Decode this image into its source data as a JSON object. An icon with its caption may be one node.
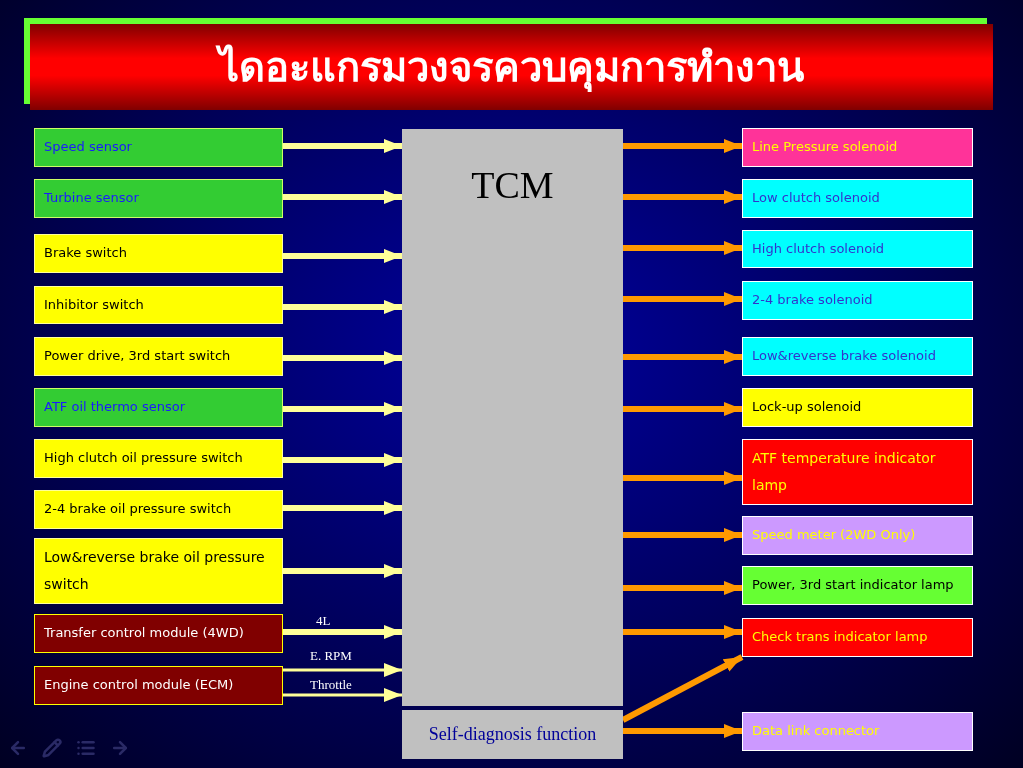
{
  "diagram": {
    "title": "ไดอะแกรมวงจรควบคุมการทำงาน",
    "nodes": [
      {
        "text": [
          "Speed sensor"
        ]
      },
      {
        "text": [
          "Turbine sensor"
        ]
      },
      {
        "text": [
          "Brake switch"
        ]
      },
      {
        "text": [
          "Inhibitor switch"
        ]
      },
      {
        "text": [
          "Power drive, 3rd start switch"
        ]
      },
      {
        "text": [
          "ATF oil thermo sensor"
        ]
      },
      {
        "text": [
          "High clutch oil pressure switch"
        ]
      },
      {
        "text": [
          "2-4 brake oil pressure switch"
        ]
      },
      {
        "text": [
          "Low&reverse brake oil pressure switch"
        ]
      },
      {
        "text": [
          "Transfer control module (4WD)"
        ]
      },
      {
        "text": [
          "Engine control module (ECM)"
        ]
      },
      {
        "text": [
          "TCM"
        ]
      },
      {
        "text": [
          "Self-diagnosis function"
        ]
      },
      {
        "text": [
          "Line Pressure solenoid"
        ]
      },
      {
        "text": [
          "Low clutch solenoid"
        ]
      },
      {
        "text": [
          "High clutch solenoid"
        ]
      },
      {
        "text": [
          "2-4 brake solenoid"
        ]
      },
      {
        "text": [
          "Low&reverse brake solenoid"
        ]
      },
      {
        "text": [
          "Lock-up solenoid"
        ]
      },
      {
        "text": [
          "ATF temperature indicator lamp"
        ]
      },
      {
        "text": [
          "Speed meter (2WD Only)"
        ]
      },
      {
        "text": [
          "Power, 3rd start indicator lamp"
        ]
      },
      {
        "text": [
          "Check trans indicator lamp"
        ]
      },
      {
        "text": [
          "Data link connector"
        ]
      }
    ],
    "edges": [
      {
        "from": 0,
        "to": 11,
        "arrow": "to"
      },
      {
        "from": 1,
        "to": 11,
        "arrow": "to"
      },
      {
        "from": 2,
        "to": 11,
        "arrow": "to"
      },
      {
        "from": 3,
        "to": 11,
        "arrow": "to"
      },
      {
        "from": 4,
        "to": 11,
        "arrow": "to"
      },
      {
        "from": 5,
        "to": 11,
        "arrow": "to"
      },
      {
        "from": 6,
        "to": 11,
        "arrow": "to"
      },
      {
        "from": 7,
        "to": 11,
        "arrow": "to"
      },
      {
        "from": 8,
        "to": 11,
        "arrow": "to"
      },
      {
        "from": 9,
        "to": 11,
        "arrow": "to",
        "label": "4L"
      },
      {
        "from": 10,
        "to": 11,
        "arrow": "to",
        "label": "E. RPM"
      },
      {
        "from": 10,
        "to": 11,
        "arrow": "to",
        "label": "Throttle"
      },
      {
        "from": 11,
        "to": 13,
        "arrow": "to",
        "color": "#ff9900"
      },
      {
        "from": 11,
        "to": 14,
        "arrow": "to",
        "color": "#ff9900"
      },
      {
        "from": 11,
        "to": 15,
        "arrow": "to",
        "color": "#ff9900"
      },
      {
        "from": 11,
        "to": 16,
        "arrow": "to",
        "color": "#ff9900"
      },
      {
        "from": 11,
        "to": 17,
        "arrow": "to",
        "color": "#ff9900"
      },
      {
        "from": 11,
        "to": 18,
        "arrow": "to",
        "color": "#ff9900"
      },
      {
        "from": 11,
        "to": 19,
        "arrow": "to",
        "color": "#ff9900"
      },
      {
        "from": 11,
        "to": 20,
        "arrow": "to",
        "color": "#ff9900"
      },
      {
        "from": 11,
        "to": 21,
        "arrow": "to",
        "color": "#ff9900"
      },
      {
        "from": 11,
        "to": 22,
        "arrow": "to",
        "color": "#ff9900"
      },
      {
        "from": 12,
        "to": 22,
        "arrow": "to",
        "color": "#ff9900"
      },
      {
        "from": 12,
        "to": 23,
        "arrow": "to",
        "color": "#ff9900"
      }
    ]
  }
}
